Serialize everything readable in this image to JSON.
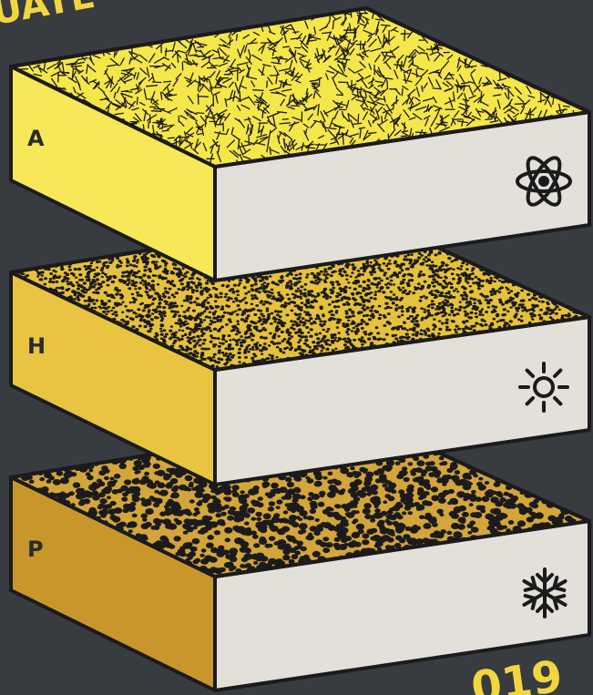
{
  "top_text": "UATE",
  "bottom_text": "019",
  "colors": {
    "background": "#383b3f",
    "outline": "#1b1b1d",
    "headline": "#f2d63f",
    "side_face": "#e3e0d9"
  },
  "layers": [
    {
      "letter": "A",
      "icon": "atom-icon",
      "top_texture": "dashes",
      "top_color": "#f5e64a",
      "front_color": "#f7e85a"
    },
    {
      "letter": "H",
      "icon": "sun-icon",
      "top_texture": "fine-dots",
      "top_color": "#e6c13b",
      "front_color": "#e9c441"
    },
    {
      "letter": "P",
      "icon": "snowflake-icon",
      "top_texture": "coarse-dots",
      "top_color": "#d4a53a",
      "front_color": "#c9962b"
    }
  ]
}
